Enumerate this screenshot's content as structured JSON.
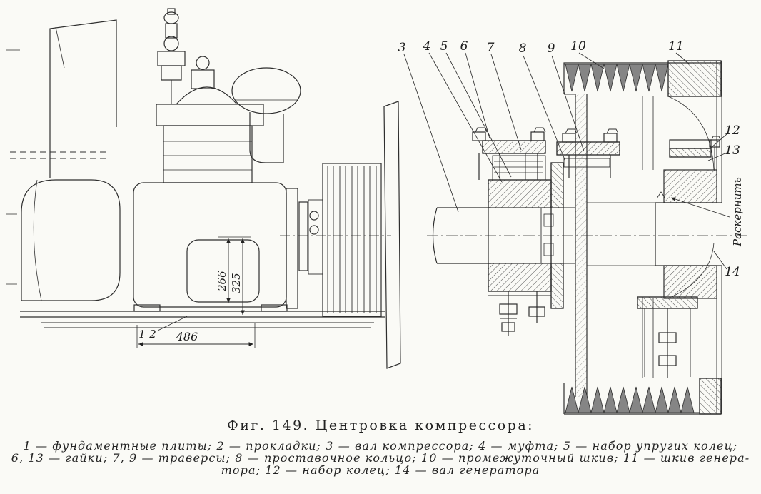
{
  "figure": {
    "caption": "Фиг. 149. Центровка компрессора:",
    "legend_lines": [
      "1 — фундаментные плиты; 2 — прокладки; 3 — вал компрессора; 4 — муфта; 5 — набор упругих колец;",
      "6, 13 — гайки; 7, 9 — траверсы; 8 — проставочное кольцо; 10 — промежуточный шкив; 11 — шкив генера-",
      "тора; 12 — набор колец; 14 — вал генератора"
    ]
  },
  "left_drawing": {
    "dim_vertical_inner": "266",
    "dim_vertical_outer": "325",
    "dim_horizontal": "486",
    "label_1": "1",
    "label_2": "2"
  },
  "right_drawing": {
    "labels_top": [
      "3",
      "4",
      "5",
      "6",
      "7",
      "8",
      "9",
      "10",
      "11"
    ],
    "label_12": "12",
    "label_13": "13",
    "label_14": "14",
    "annotation": "Раскернить"
  }
}
